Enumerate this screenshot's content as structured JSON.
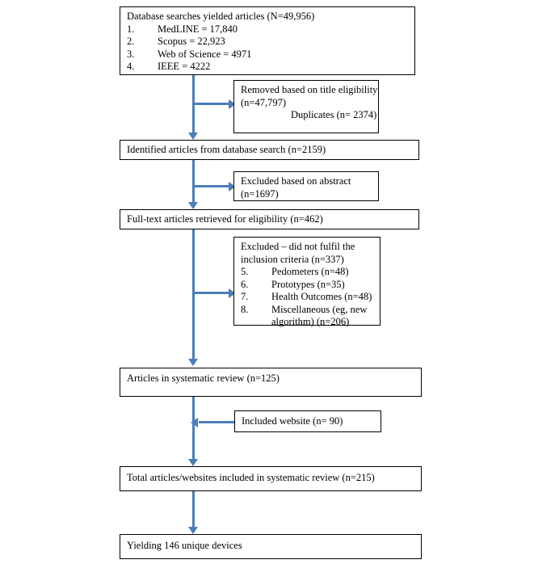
{
  "diagram": {
    "type": "flowchart",
    "title": "PRISMA study selection flow diagram",
    "accent_color": "#4a7ebb",
    "box_border_color": "#000000",
    "background_color": "#ffffff",
    "nodes": {
      "database_searches": {
        "heading": "Database searches yielded articles (N=49,956)",
        "items": [
          {
            "num": "1.",
            "text": "MedLINE = 17,840"
          },
          {
            "num": "2.",
            "text": "Scopus = 22,923"
          },
          {
            "num": "3.",
            "text": "Web of Science = 4971"
          },
          {
            "num": "4.",
            "text": "IEEE = 4222"
          }
        ]
      },
      "removed_title": {
        "line1": "Removed based on title eligibility",
        "line2": "(n=47,797)",
        "line3": "Duplicates (n= 2374)"
      },
      "identified_articles": {
        "text": "Identified articles from database search (n=2159)"
      },
      "excluded_abstract": {
        "line1": "Excluded based on abstract",
        "line2": "(n=1697)"
      },
      "fulltext_retrieved": {
        "text": "Full-text articles retrieved for eligibility (n=462)"
      },
      "excluded_criteria": {
        "line1": "Excluded – did not fulfil the",
        "line2": "inclusion criteria (n=337)",
        "items": [
          {
            "num": "5.",
            "text": "Pedometers (n=48)"
          },
          {
            "num": "6.",
            "text": "Prototypes (n=35)"
          },
          {
            "num": "7.",
            "text": "Health Outcomes (n=48)"
          },
          {
            "num": "8.",
            "text": "Miscellaneous (eg, new"
          }
        ],
        "items_cont": "algorithm) (n=206)"
      },
      "articles_systematic_review": {
        "text": "Articles in systematic review (n=125)"
      },
      "included_website": {
        "text": "Included website (n= 90)"
      },
      "total_included": {
        "text": "Total articles/websites included in systematic review (n=215)"
      },
      "yielding_devices": {
        "text": "Yielding 146 unique devices"
      }
    },
    "connectors": [
      {
        "name": "trunk-to-identified",
        "kind": "arrow-down"
      },
      {
        "name": "branch-to-removed-title",
        "kind": "arrow-right"
      },
      {
        "name": "trunk-to-fulltext",
        "kind": "arrow-down"
      },
      {
        "name": "branch-to-excluded-abstract",
        "kind": "arrow-right"
      },
      {
        "name": "branch-to-excluded-criteria",
        "kind": "arrow-right"
      },
      {
        "name": "trunk-to-articles-review",
        "kind": "arrow-down"
      },
      {
        "name": "branch-from-included-website",
        "kind": "arrow-left"
      },
      {
        "name": "trunk-to-total-included",
        "kind": "arrow-down"
      },
      {
        "name": "trunk-to-yielding",
        "kind": "arrow-down"
      }
    ]
  }
}
